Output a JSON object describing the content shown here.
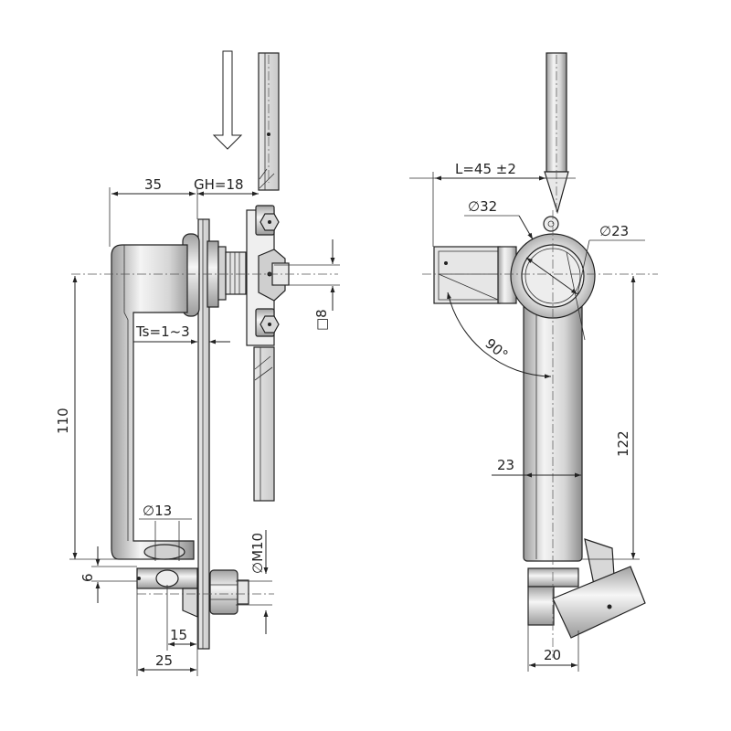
{
  "colors": {
    "line": "#222222",
    "metal_light": "#f2f2f2",
    "metal_mid": "#c8c8c8",
    "metal_dark": "#8a8a8a"
  },
  "left_view": {
    "dim_35": "35",
    "dim_gh": "GH=18",
    "dim_ts": "Ts=1~3",
    "dim_110": "110",
    "dim_sq8": "□8",
    "dim_d13": "∅13",
    "dim_m10": "∅M10",
    "dim_6": "6",
    "dim_15": "15",
    "dim_25": "25"
  },
  "right_view": {
    "dim_l": "L=45 ±2",
    "dim_d32": "∅32",
    "dim_d23": "∅23",
    "dim_90": "90°",
    "dim_23": "23",
    "dim_122": "122",
    "dim_20": "20"
  }
}
